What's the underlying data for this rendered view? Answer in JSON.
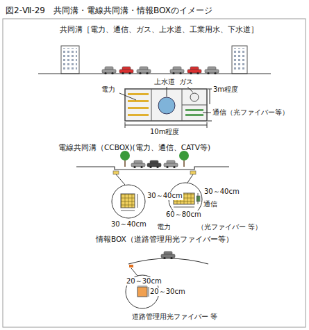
{
  "diagram": {
    "title": "図2-Ⅶ-29　共同溝・電線共同溝・情報BOXのイメージ",
    "labels": [
      "共同溝［電力、通信、ガス、上水道、工業用水、下水道］",
      "上水道",
      "ガス",
      "電力",
      "3m程度",
      "通信（光ファイバー等）",
      "10m程度",
      "電線共同溝（CCBOX)(電力、通信、CATV等)",
      "30～40cm",
      "30～40cm",
      "電力",
      "30～40cm",
      "60～80cm",
      "通信",
      "（光ファイバー 等）",
      "情報BOX（道路管理用光ファイバー等）",
      "20～30cm",
      "20～30cm",
      "道路管理用光ファイバー 等"
    ]
  }
}
